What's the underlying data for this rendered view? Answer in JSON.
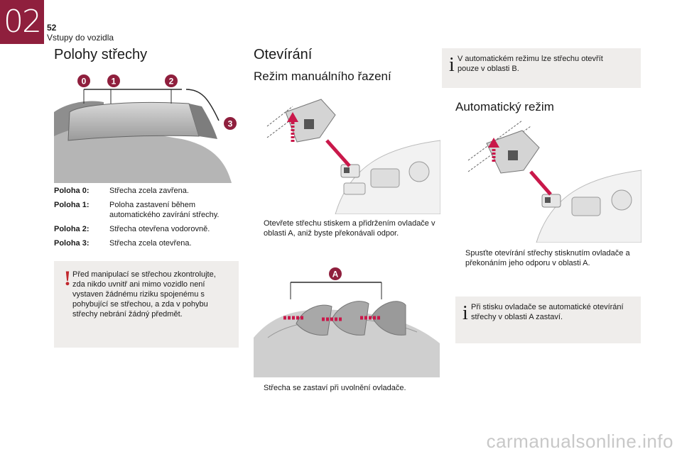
{
  "header": {
    "chapter": "02",
    "page_number": "52",
    "section": "Vstupy do vozidla"
  },
  "left": {
    "title": "Polohy střechy",
    "diagram_labels": [
      "0",
      "1",
      "2",
      "3"
    ],
    "positions": [
      {
        "key": "Poloha 0:",
        "value": "Střecha zcela zavřena."
      },
      {
        "key": "Poloha 1:",
        "value": "Poloha zastavení během automatického zavírání střechy."
      },
      {
        "key": "Poloha 2:",
        "value": "Střecha otevřena vodorovně."
      },
      {
        "key": "Poloha 3:",
        "value": "Střecha zcela otevřena."
      }
    ],
    "warning_icon": "!",
    "warning": "Před manipulací se střechou zkontrolujte, zda nikdo uvnitř ani mimo vozidlo není vystaven žádnému riziku spojenému s pohybující se střechou, a zda v pohybu střechy nebrání žádný předmět."
  },
  "middle": {
    "title": "Otevírání",
    "subtitle": "Režim manuálního řazení",
    "bullet_mark": "",
    "step1": "Otevřete střechu stiskem a přidržením ovladače v oblasti A, aniž byste překonávali odpor.",
    "diagram_label": "A",
    "step2": "Střecha se zastaví při uvolnění ovladače."
  },
  "right": {
    "info_icon": "i",
    "info1": "V automatickém režimu lze střechu otevřít pouze v oblasti B.",
    "subtitle": "Automatický režim",
    "step": "Spusťte otevírání střechy stisknutím ovladače a překonáním jeho odporu v oblasti A.",
    "info2": "Při stisku ovladače se automatické otevírání střechy v oblasti A zastaví."
  },
  "watermark": "carmanualsonline.info",
  "colors": {
    "chapter_tab": "#8f1f3d",
    "accent_markers": "#8f1f3d",
    "warning_mark": "#c1272d",
    "note_background": "#efedeb"
  }
}
